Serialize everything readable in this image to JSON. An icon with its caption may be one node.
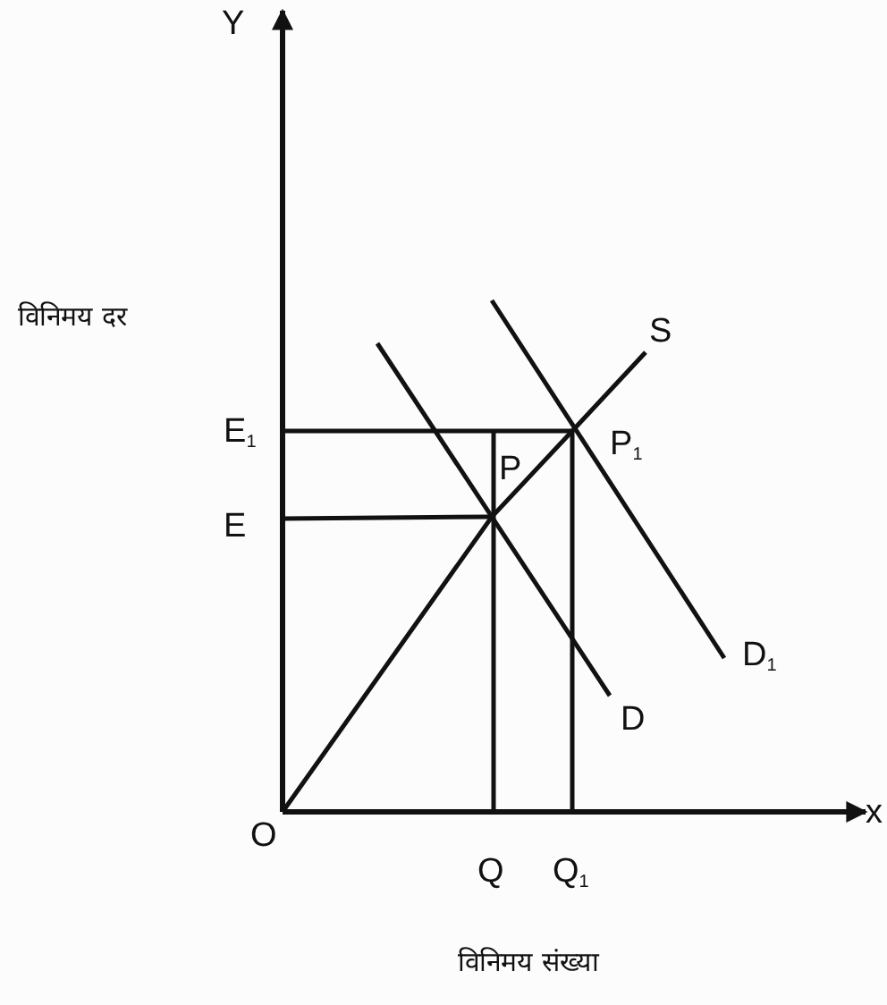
{
  "diagram": {
    "labels": [
      "Y",
      "विनिमय दर",
      "S",
      "E$_{1}$",
      "P$_{1}$",
      "P",
      "E",
      "D$_{1}$",
      "D",
      "O",
      "x",
      "Q",
      "Q$_{1}$",
      "विनिमय संख्या"
    ]
  }
}
